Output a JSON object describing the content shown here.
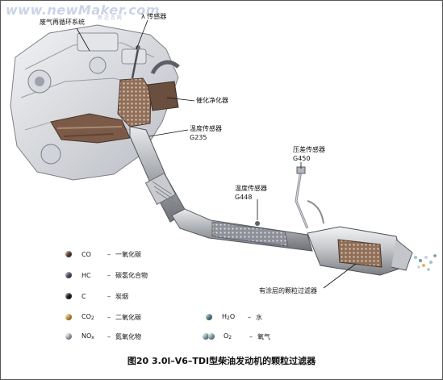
{
  "watermark": {
    "brand": "www.newMaker.com",
    "tagline": "新 迈 克 网"
  },
  "labels": {
    "egr": "废气再循环系统",
    "lambda": "λ 传感器",
    "catalyst": "催化净化器",
    "temp1_name": "温度传感器",
    "temp1_code": "G235",
    "pressure_name": "压差传感器",
    "pressure_code": "G450",
    "temp2_name": "温度传感器",
    "temp2_code": "G448",
    "dpf": "有涂层的颗粒过滤器"
  },
  "legend": [
    {
      "symbol": "CO",
      "dash": "–",
      "meaning": "一氧化碳",
      "color": "#6b4a36"
    },
    {
      "symbol": "HC",
      "dash": "–",
      "meaning": "碳氢化合物",
      "color": "#5a5f72"
    },
    {
      "symbol": "C",
      "dash": "–",
      "meaning": "炭烟",
      "color": "#222222"
    },
    {
      "symbol": "CO",
      "sub": "2",
      "dash": "–",
      "meaning": "二氧化碳",
      "color": "#e8b64a"
    },
    {
      "symbol": "NO",
      "sub": "x",
      "dash": "–",
      "meaning": "氮氧化物",
      "color": "#c8d0de"
    },
    {
      "symbol": "H",
      "sub": "2",
      "symbol_tail": "O",
      "dash": "–",
      "meaning": "水",
      "color": "#6f98a6"
    },
    {
      "symbol": "O",
      "sub": "2",
      "dash": "–",
      "meaning": "氧气",
      "color": "#9fc4cf"
    }
  ],
  "caption": "图20 3.0l–V6–TDI型柴油发动机的颗粒过滤器"
}
